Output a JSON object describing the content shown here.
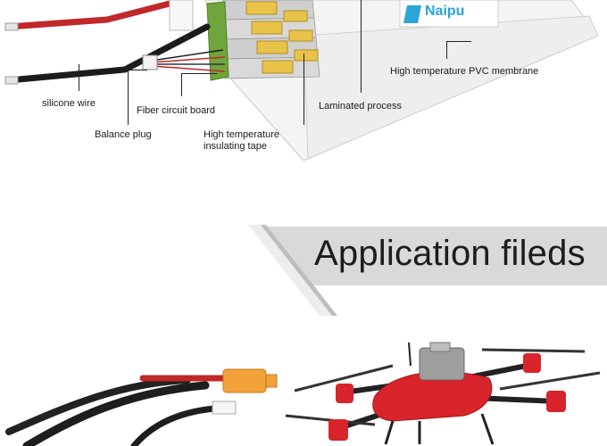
{
  "diagram": {
    "brand_text": "Naipu",
    "callouts": {
      "silicone_wire": "silicone wire",
      "fiber_circuit_board": "Fiber circuit board",
      "balance_plug": "Balance plug",
      "high_temp_tape_line1": "High temperature",
      "high_temp_tape_line2": "insulating tape",
      "laminated_process": "Laminated process",
      "pvc_membrane": "High temperature PVC membrane"
    }
  },
  "section": {
    "title": "Application fileds"
  },
  "colors": {
    "wire_red": "#c0282a",
    "wire_black": "#1c1c1c",
    "drone_red": "#d8242a",
    "tab_yellow": "#e9c24a",
    "pcb_green": "#6fa53c",
    "banner_gray": "#d9d9d9",
    "brand_blue": "#2aa6d8"
  }
}
